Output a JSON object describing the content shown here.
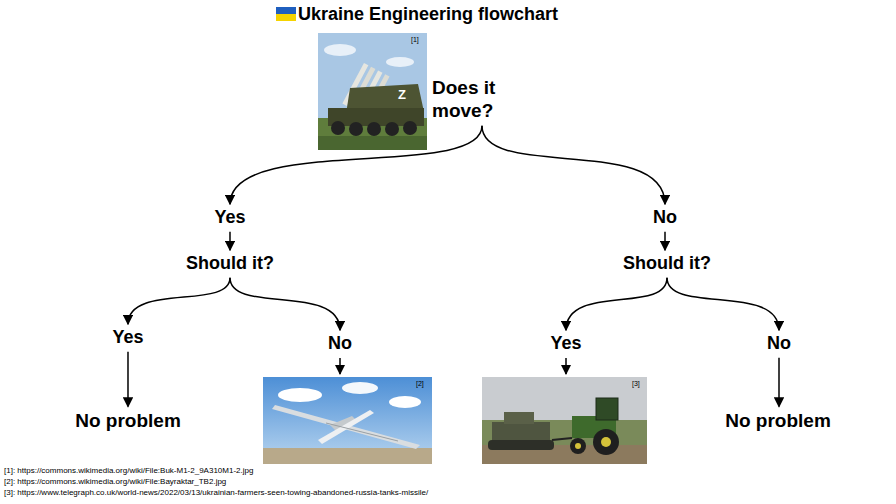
{
  "diagram": {
    "title": "Ukraine Engineering flowchart",
    "nodes": [
      {
        "text": [
          "Does it move?"
        ]
      },
      {
        "text": [
          "Yes"
        ]
      },
      {
        "text": [
          "No"
        ]
      },
      {
        "text": [
          "Should it?"
        ]
      },
      {
        "text": [
          "Should it?"
        ]
      },
      {
        "text": [
          "Yes"
        ]
      },
      {
        "text": [
          "No"
        ]
      },
      {
        "text": [
          "Yes"
        ]
      },
      {
        "text": [
          "No"
        ]
      },
      {
        "text": [
          "No problem"
        ]
      },
      {
        "text": [
          "No problem"
        ]
      }
    ],
    "edges": [
      {
        "from": 0,
        "to": 1,
        "arrow": "to"
      },
      {
        "from": 0,
        "to": 2,
        "arrow": "to"
      },
      {
        "from": 1,
        "to": 3,
        "arrow": "to"
      },
      {
        "from": 2,
        "to": 4,
        "arrow": "to"
      },
      {
        "from": 3,
        "to": 5,
        "arrow": "to"
      },
      {
        "from": 3,
        "to": 6,
        "arrow": "to"
      },
      {
        "from": 4,
        "to": 7,
        "arrow": "to"
      },
      {
        "from": 4,
        "to": 8,
        "arrow": "to"
      },
      {
        "from": 5,
        "to": 9,
        "arrow": "to"
      },
      {
        "from": 8,
        "to": 10,
        "arrow": "to"
      }
    ],
    "labels": [
      "[1]",
      "Z",
      "[2]",
      "[3]",
      "[1]: https://commons.wikimedia.org/wiki/File:Buk-M1-2_9A310M1-2.jpg",
      "[2]: https://commons.wikimedia.org/wiki/File:Bayraktar_TB2.jpg",
      "[3]: https://www.telegraph.co.uk/world-news/2022/03/13/ukrainian-farmers-seen-towing-abandoned-russia-tanks-missile/"
    ]
  }
}
